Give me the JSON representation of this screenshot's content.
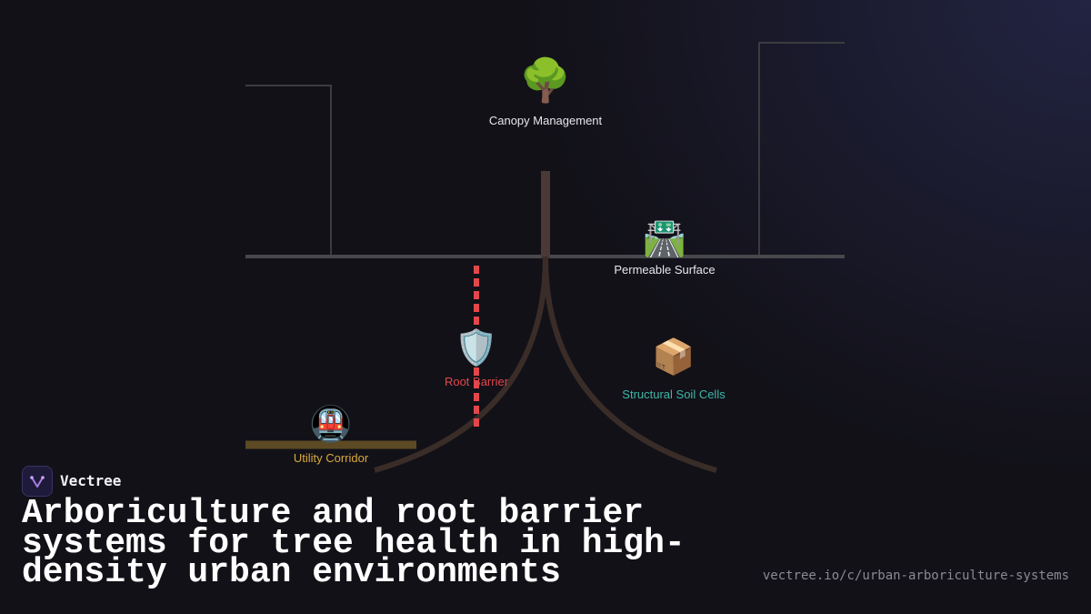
{
  "diagram": {
    "nodes": [
      {
        "id": "canopy",
        "label": "Canopy Management",
        "icon": "🌳",
        "icon_name": "tree-icon",
        "color": "#e6e6ea"
      },
      {
        "id": "permeable",
        "label": "Permeable Surface",
        "icon": "🛣️",
        "icon_name": "road-icon",
        "color": "#e6e6ea"
      },
      {
        "id": "root-barrier",
        "label": "Root Barrier",
        "icon": "🛡️",
        "icon_name": "shield-icon",
        "color": "#e2474b"
      },
      {
        "id": "soil-cells",
        "label": "Structural Soil Cells",
        "icon": "📦",
        "icon_name": "package-icon",
        "color": "#3fb6a8"
      },
      {
        "id": "utility",
        "label": "Utility Corridor",
        "icon": "🚇",
        "icon_name": "metro-icon",
        "color": "#d9aa3c"
      }
    ],
    "colors": {
      "ground": "#48474c",
      "buildings": "#3c3b40",
      "trunk": "#4a3934",
      "roots": "#3a2d28",
      "barrier": "#e2474b",
      "utility_pipe": "#5c4a25"
    }
  },
  "brand": {
    "name": "Vectree",
    "logo_icon": "vectree-logo-icon"
  },
  "title": "Arboriculture and root barrier systems for tree health in high-density urban environments",
  "url": "vectree.io/c/urban-arboriculture-systems"
}
